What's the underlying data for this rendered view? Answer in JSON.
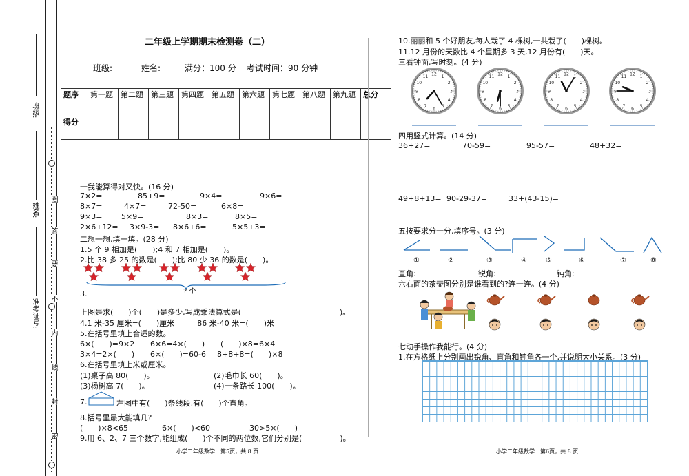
{
  "binding": {
    "class_label": "班级:",
    "name_label": "姓名:",
    "id_label": "准考证号:",
    "seal_chars": [
      "圈",
      "答",
      "要",
      "不",
      "内",
      "线",
      "封",
      "密"
    ]
  },
  "title": "二年级上学期期末检测卷（二）",
  "info_line": {
    "class": "班级:",
    "name": "姓名:",
    "score": "满分：100 分",
    "time": "考试时间：90 分钟"
  },
  "score_table": {
    "header": [
      "题序",
      "第一题",
      "第二题",
      "第三题",
      "第四题",
      "第五题",
      "第六题",
      "第七题",
      "第八题",
      "第九题",
      "总分"
    ],
    "row_label": "得分"
  },
  "left": {
    "s1_title": "一我能算得对又快。(16 分)",
    "s1_rows": [
      [
        "7×2=",
        "85+9=",
        "9×4=",
        "9×6="
      ],
      [
        "8×7=",
        "4×7=",
        "72-50=",
        "6×8="
      ],
      [
        "9×3=",
        "5×9=",
        "8×3=",
        "8×5="
      ],
      [
        "2×6+12=",
        "3×9-3=",
        "8×6+6=",
        "5×5+3="
      ]
    ],
    "s2_title": "二想一想,填一填。(28 分)",
    "q1": "1.5 个 9 相加是(　　);4 和 7 相加是(　　)。",
    "q2": "2.比 38 多 25 的数是(　　);比 80 少 36 的数是(　　)。",
    "q3_label": "3.",
    "q3_brace_text": "? 个",
    "q3_text": "上图是求(　　)个(　　)是多少,写成乘法算式是(　　　　　　　　　　　　　)。",
    "q4": "4.1 米-35 厘米=(　　)厘米　　　86 米-40 米=(　　)米",
    "q5_title": "5.在括号里填上合适的数。",
    "q5_rows": [
      [
        "6×(　　)=9×2",
        "6×6=4×(　　)",
        "(　　)×8=6×4"
      ],
      [
        "3×4=2×(　　)",
        "6×(　　)=60-6",
        "8+8+8=(　　)×8"
      ]
    ],
    "q6_title": "6.在括号里填上米或厘米。",
    "q6_rows": [
      [
        "(1)桌子高 80(　　)。",
        "(2)毛巾长 60(　　)。"
      ],
      [
        "(3)杨树高 7(　　)。",
        "(4)一条路长 100(　　)。"
      ]
    ],
    "q7_label": "7.",
    "q7_text": "左图中有(　　)条线段,有(　　)个直角。",
    "q8_title": "8.括号里最大能填几?",
    "q8_row": [
      "(　　)×8<65",
      "6×(　　)<60",
      "30>5×(　　)"
    ],
    "q9": "9.用 6、2、7 三个数字,能组成(　　)个不同的两位数,它们分别是(　　　　　)。",
    "footer": "小学二年级数学　第5页，共 8 页"
  },
  "right": {
    "q10": "10.丽丽和 5 个好朋友,每人栽了 4 棵树,一共栽了(　　)棵树。",
    "q11": "11.12 月份的天数比 4 个星期多 3 天,12 月份有(　　)天。",
    "s3_title": "三看钟面,写时刻。(4 分)",
    "clocks": [
      {
        "hour": 7,
        "minute": 25
      },
      {
        "hour": 6,
        "minute": 30
      },
      {
        "hour": 11,
        "minute": 5
      },
      {
        "hour": 9,
        "minute": 45
      }
    ],
    "s4_title": "四用竖式计算。(14 分)",
    "s4_row1": [
      "36+27=",
      "70-59=",
      "95-57=",
      "48+32="
    ],
    "s4_row2": [
      "49+8+13=",
      "90-29-37=",
      "33+(43-15)="
    ],
    "s5_title": "五按要求分一分,填序号。(3 分)",
    "angle_nums": [
      "①",
      "②",
      "③",
      "④",
      "⑤",
      "⑥",
      "⑦",
      "⑧"
    ],
    "angle_labels": {
      "right": "直角:",
      "acute": "锐角:",
      "obtuse": "钝角:"
    },
    "s6_title": "六右面的茶壶图分别是谁看到的?连一连。(4 分)",
    "s7_title": "七动手操作我能行。(4 分)",
    "s7_q1": "1.在方格纸上分别画出锐角、直角和钝角各一个,并说明大小关系。(3 分)",
    "footer": "小学二年级数学　第6页，共 8 页"
  },
  "colors": {
    "star": "#d8232a",
    "grid": "#5da5d8",
    "answer_line": "#2a6ab0",
    "teapot": "#b5532a"
  }
}
